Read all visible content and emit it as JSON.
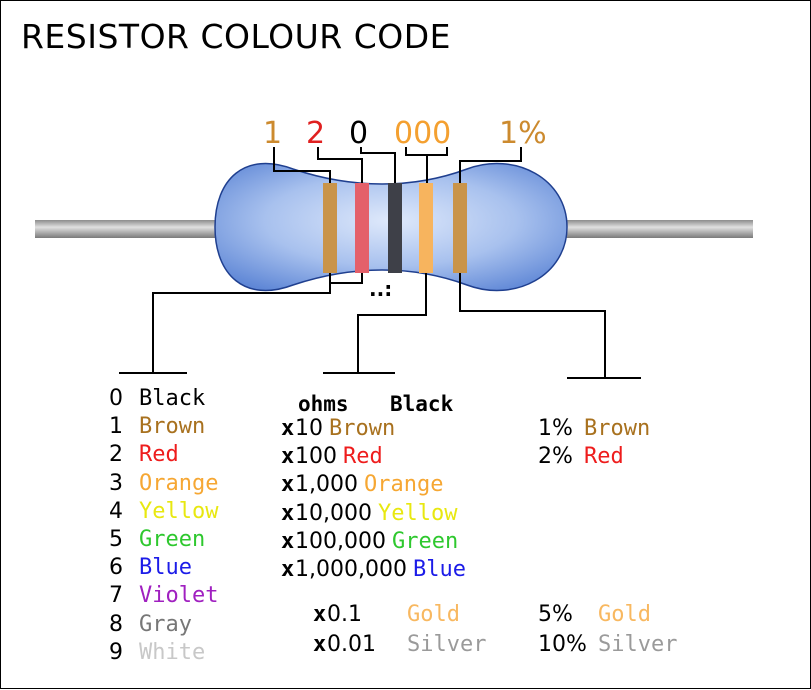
{
  "title": "RESISTOR COLOUR CODE",
  "example": {
    "digit1": "1",
    "digit2": "2",
    "digit3": "0",
    "multiplier": "000",
    "tolerance": "1%",
    "dots": "..:",
    "colors": {
      "digit1": "#cc8a2e",
      "digit2": "#e02020",
      "digit3": "#000000",
      "multiplier": "#f4a030",
      "tolerance": "#cc8a2e"
    }
  },
  "digits": [
    {
      "num": "0",
      "name": "Black",
      "color": "#000000"
    },
    {
      "num": "1",
      "name": "Brown",
      "color": "#a8711e"
    },
    {
      "num": "2",
      "name": "Red",
      "color": "#ee1c1c"
    },
    {
      "num": "3",
      "name": "Orange",
      "color": "#f6a733"
    },
    {
      "num": "4",
      "name": "Yellow",
      "color": "#e8e810"
    },
    {
      "num": "5",
      "name": "Green",
      "color": "#2ec82e"
    },
    {
      "num": "6",
      "name": "Blue",
      "color": "#1c1ce8"
    },
    {
      "num": "7",
      "name": "Violet",
      "color": "#a020c0"
    },
    {
      "num": "8",
      "name": "Gray",
      "color": "#777777"
    },
    {
      "num": "9",
      "name": "White",
      "color": "#c8c8c8"
    }
  ],
  "multipliers": {
    "header_unit": "ohms",
    "header_color": "Black",
    "symbol": "x",
    "rows": [
      {
        "value": "10",
        "name": "Brown",
        "color": "#a8711e"
      },
      {
        "value": "100",
        "name": "Red",
        "color": "#ee1c1c"
      },
      {
        "value": "1,000",
        "name": "Orange",
        "color": "#f6a733"
      },
      {
        "value": "10,000",
        "name": "Yellow",
        "color": "#e8e810"
      },
      {
        "value": "100,000",
        "name": "Green",
        "color": "#2ec82e"
      },
      {
        "value": "1,000,000",
        "name": "Blue",
        "color": "#1c1ce8"
      }
    ],
    "fractional": [
      {
        "value": "0.1",
        "name": "Gold",
        "color": "#f8b860"
      },
      {
        "value": "0.01",
        "name": "Silver",
        "color": "#9a9a9a"
      }
    ]
  },
  "tolerances": [
    {
      "value": "1%",
      "name": "Brown",
      "color": "#a8711e"
    },
    {
      "value": "2%",
      "name": "Red",
      "color": "#ee1c1c"
    },
    {
      "value": "5%",
      "name": "Gold",
      "color": "#f8b860"
    },
    {
      "value": "10%",
      "name": "Silver",
      "color": "#9a9a9a"
    }
  ]
}
